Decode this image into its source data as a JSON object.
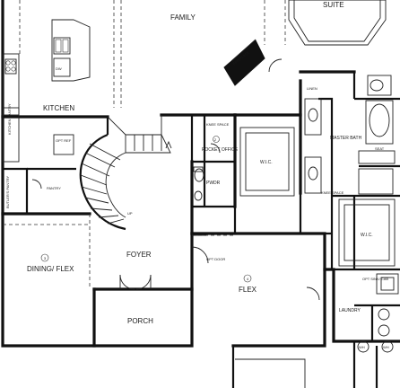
{
  "rooms": {
    "family": "FAMILY",
    "suite": "SUITE",
    "kitchen": "KITCHEN",
    "dw": "DW",
    "opt_ref": "OPT REF",
    "fireplace": "FIREPLACE",
    "linen": "LINEN",
    "master_bath": "MASTER BATH",
    "seat": "SEAT",
    "knee_space_upper": "KNEE SPACE",
    "knee_space_lower": "KNEE SPACE",
    "pocket_office": "POCKET OFFICE",
    "pocket_office_num": "2",
    "wic_center": "W.I.C.",
    "wic_right": "W.I.C.",
    "pwdr": "PWDR",
    "pantry": "PANTRY",
    "butlers_pantry": "BUTLER'S PANTRY",
    "kitchen_pantry": "KITCHEN PANTRY",
    "up": "UP",
    "foyer": "FOYER",
    "dining": "DINING/ FLEX",
    "dining_num": "3",
    "flex": "FLEX",
    "flex_num": "4",
    "opt_door": "OPT DOOR",
    "porch": "PORCH",
    "laundry": "LAUNDRY",
    "opt_sink": "OPT SINK/ CAB",
    "wh_left": "WH",
    "wh_right": "WH"
  }
}
